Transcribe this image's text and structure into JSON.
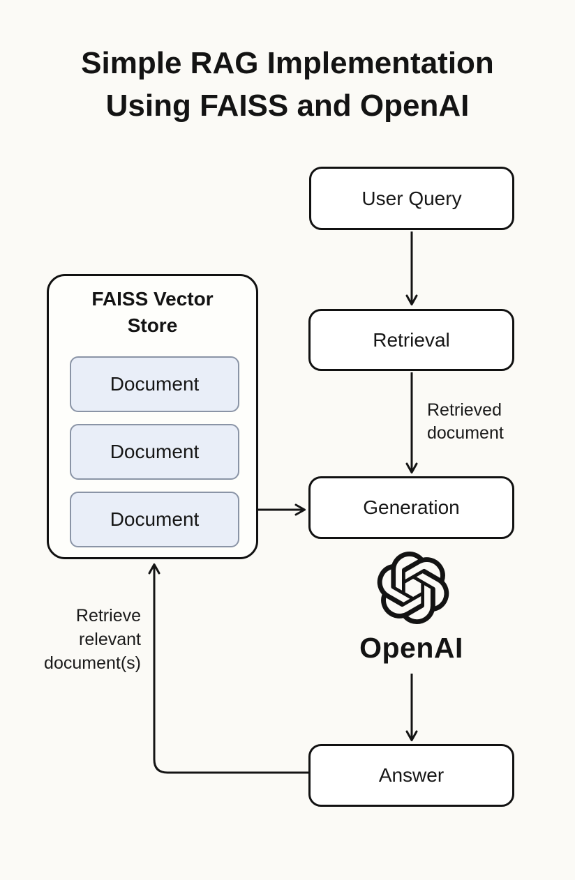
{
  "title": {
    "line1": "Simple RAG Implementation",
    "line2": "Using FAISS and OpenAI"
  },
  "nodes": {
    "user_query": "User Query",
    "retrieval": "Retrieval",
    "generation": "Generation",
    "answer": "Answer"
  },
  "faiss_store": {
    "title_line1": "FAISS Vector",
    "title_line2": "Store",
    "documents": [
      "Document",
      "Document",
      "Document"
    ]
  },
  "edge_labels": {
    "retrieved_document": [
      "Retrieved",
      "document"
    ],
    "retrieve_relevant": [
      "Retrieve",
      "relevant",
      "document(s)"
    ]
  },
  "openai": {
    "wordmark": "OpenAI",
    "logo_icon": "openai-logo-icon"
  },
  "edges": [
    {
      "from": "User Query",
      "to": "Retrieval",
      "label": ""
    },
    {
      "from": "Retrieval",
      "to": "Generation",
      "label": "Retrieved document"
    },
    {
      "from": "FAISS Vector Store",
      "to": "Generation",
      "label": ""
    },
    {
      "from": "OpenAI",
      "to": "Answer",
      "label": ""
    },
    {
      "from": "Answer",
      "to": "FAISS Vector Store",
      "label": "Retrieve relevant document(s)"
    }
  ],
  "colors": {
    "background": "#FBFAF6",
    "node_fill": "#FFFFFF",
    "node_border": "#111111",
    "document_fill": "#E9EEF8",
    "document_border": "#8A94A6",
    "line": "#141414",
    "text": "#141414"
  }
}
